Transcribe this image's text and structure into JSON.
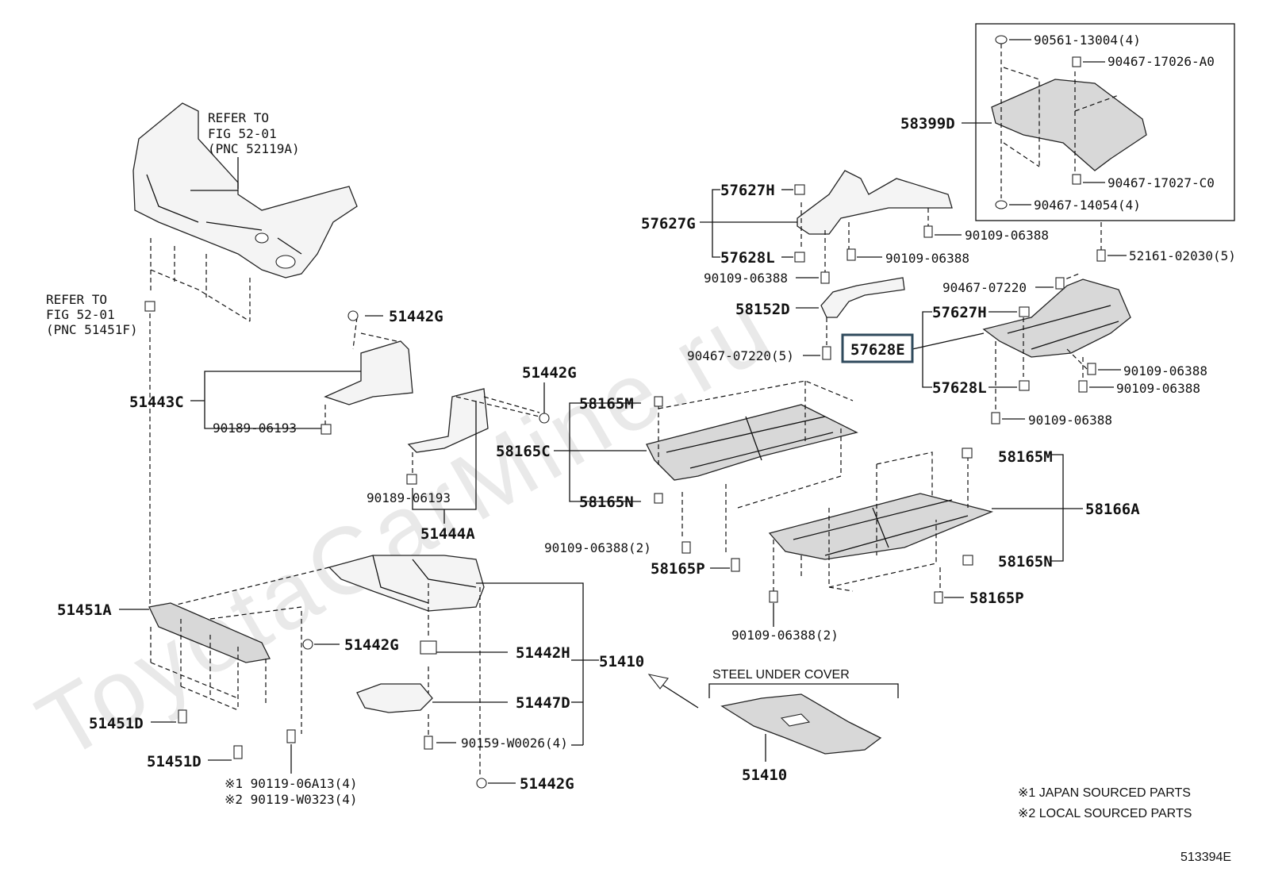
{
  "watermark": "ToyotaCarMine.ru",
  "refer_top": {
    "line1": "REFER TO",
    "line2": "FIG 52-01",
    "line3": "(PNC 52119A)"
  },
  "refer_left": {
    "line1": "REFER TO",
    "line2": "FIG 52-01",
    "line3": "(PNC 51451F)"
  },
  "steel_under_cover": "STEEL UNDER COVER",
  "highlighted_part": "57628E",
  "figure_id": "513394E",
  "notes": {
    "n1": "※1  JAPAN SOURCED PARTS",
    "n2": "※2  LOCAL SOURCED PARTS"
  },
  "labels": {
    "p58399D": "58399D",
    "p90561": "90561-13004(4)",
    "p90467_17026": "90467-17026-A0",
    "p90467_17027": "90467-17027-C0",
    "p90467_14054": "90467-14054(4)",
    "p90109_a": "90109-06388",
    "p52161": "52161-02030(5)",
    "p57627H_a": "57627H",
    "p57627G": "57627G",
    "p57628L_a": "57628L",
    "p90109_b": "90109-06388",
    "p90109_c": "90109-06388",
    "p58152D": "58152D",
    "p90467_07220_5": "90467-07220(5)",
    "p90467_07220": "90467-07220",
    "p57627H_b": "57627H",
    "p57628L_b": "57628L",
    "p90109_d": "90109-06388",
    "p90109_e": "90109-06388",
    "p90109_f": "90109-06388",
    "p51442G_a": "51442G",
    "p51443C": "51443C",
    "p90189_a": "90189-06193",
    "p51442G_b": "51442G",
    "p90189_b": "90189-06193",
    "p51444A": "51444A",
    "p58165M_a": "58165M",
    "p58165C": "58165C",
    "p58165N_a": "58165N",
    "p90109_2a": "90109-06388(2)",
    "p58165P_a": "58165P",
    "p58165M_b": "58165M",
    "p58166A": "58166A",
    "p58165N_b": "58165N",
    "p58165P_b": "58165P",
    "p90109_2b": "90109-06388(2)",
    "p51451A": "51451A",
    "p51442G_c": "51442G",
    "p51442H": "51442H",
    "p51410_a": "51410",
    "p51447D": "51447D",
    "p51451D_a": "51451D",
    "p51451D_b": "51451D",
    "p90159": "90159-W0026(4)",
    "p90119_a": "※1 90119-06A13(4)",
    "p90119_b": "※2 90119-W0323(4)",
    "p51442G_d": "51442G",
    "p51410_b": "51410"
  }
}
